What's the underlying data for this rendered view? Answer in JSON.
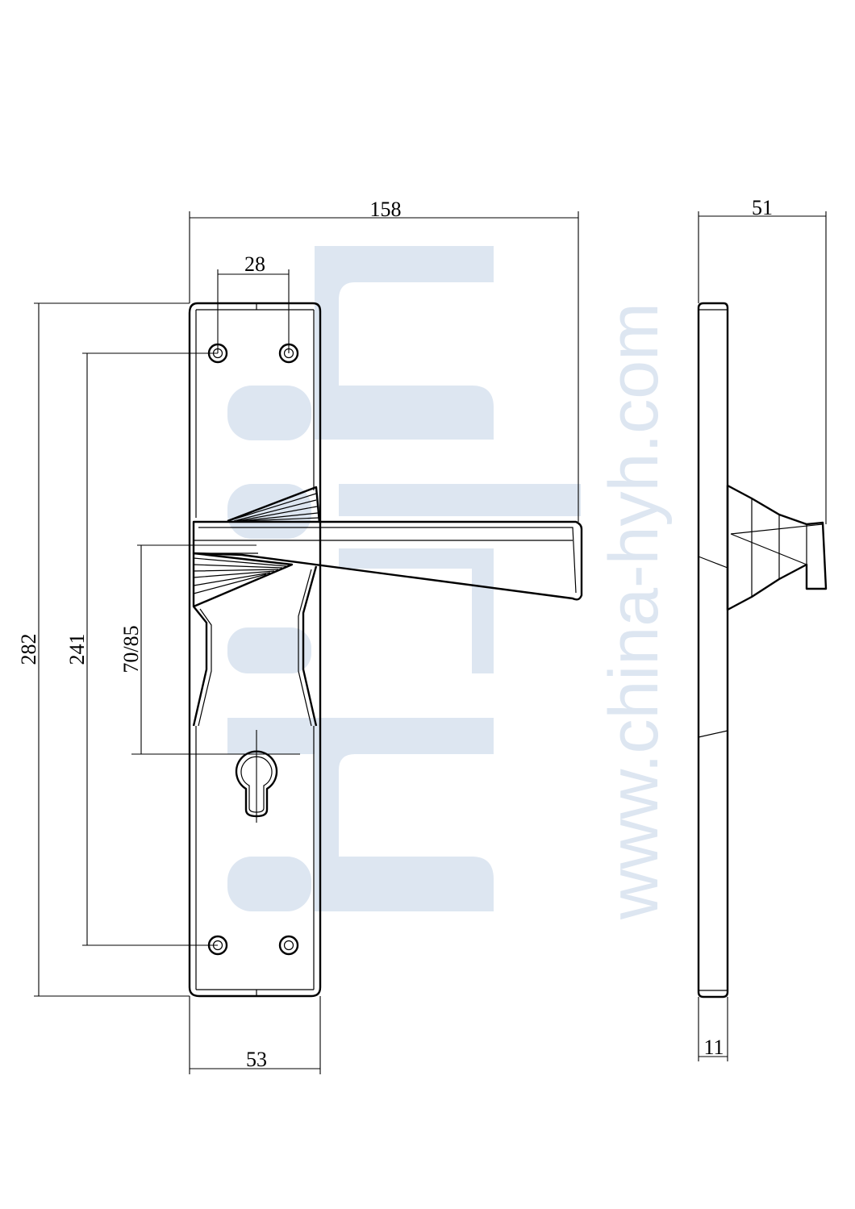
{
  "watermark": {
    "text": "www.china-hyh.com",
    "color": "#dde6f1"
  },
  "dimensions": {
    "overall_width": "158",
    "screw_spacing": "28",
    "plate_height": "282",
    "fixing_centers": "241",
    "backset": "70/85",
    "plate_width": "53",
    "projection": "51",
    "plate_thickness": "11"
  }
}
